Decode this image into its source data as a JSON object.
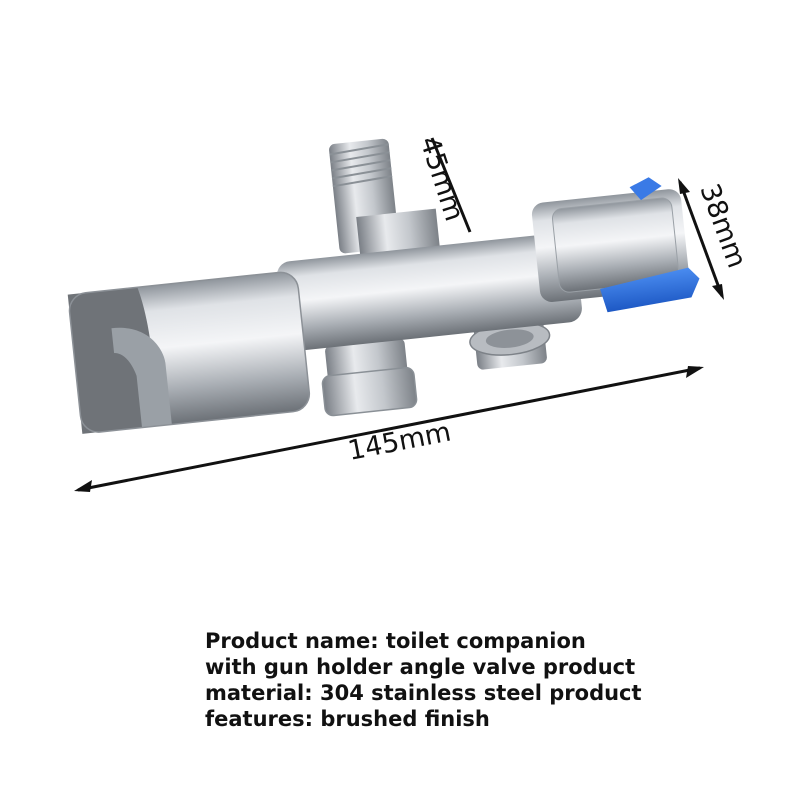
{
  "dimensions": {
    "length": "145mm",
    "inlet_height": "45mm",
    "diameter": "38mm"
  },
  "caption": {
    "line1": "Product name: toilet companion",
    "line2": "with gun holder angle valve product",
    "line3": "material: 304 stainless steel product",
    "line4": "features: brushed finish"
  },
  "colors": {
    "steel": "#c9ccd1",
    "holder_inner": "#6f7378",
    "handle": "#2a6fdc",
    "background": "#ffffff"
  }
}
